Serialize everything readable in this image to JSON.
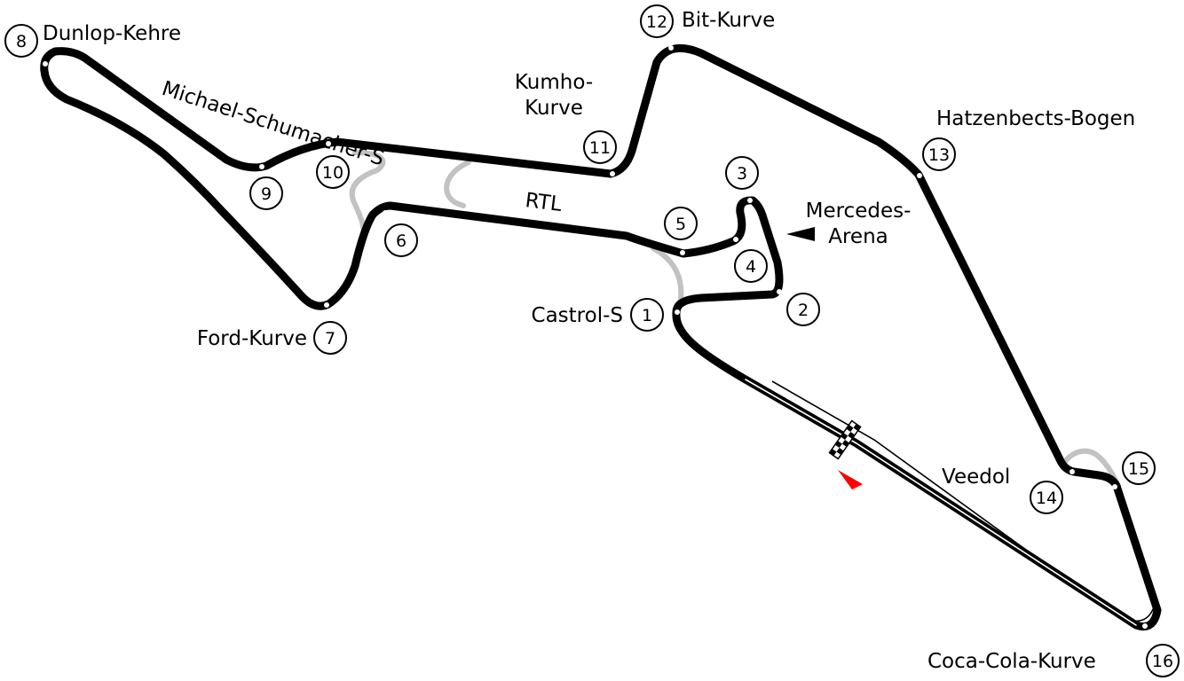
{
  "colors": {
    "track": "#000000",
    "alternate_sections": "#c2c2c2",
    "start_direction_arrow": "#ff0000",
    "background": "#ffffff"
  },
  "start_finish": {
    "marker": "checkered-flag",
    "direction": "south-east"
  },
  "turns": [
    {
      "number": "1",
      "name": "Castrol-S"
    },
    {
      "number": "2",
      "name": ""
    },
    {
      "number": "3",
      "name": ""
    },
    {
      "number": "4",
      "name": ""
    },
    {
      "number": "5",
      "name": ""
    },
    {
      "number": "6",
      "name": ""
    },
    {
      "number": "7",
      "name": "Ford-Kurve"
    },
    {
      "number": "8",
      "name": "Dunlop-Kehre"
    },
    {
      "number": "9",
      "name": ""
    },
    {
      "number": "10",
      "name": ""
    },
    {
      "number": "11",
      "name": "Kumho-Kurve"
    },
    {
      "number": "12",
      "name": "Bit-Kurve"
    },
    {
      "number": "13",
      "name": "Hatzenbects-Bogen"
    },
    {
      "number": "14",
      "name": "Veedol"
    },
    {
      "number": "15",
      "name": ""
    },
    {
      "number": "16",
      "name": "Coca-Cola-Kurve"
    }
  ],
  "labels": {
    "castrol_s": "Castrol-S",
    "ford_kurve": "Ford-Kurve",
    "dunlop_kehre": "Dunlop-Kehre",
    "michael_schumacher_s": "Michael-Schumacher-S",
    "kumho_line1": "Kumho-",
    "kumho_line2": "Kurve",
    "bit_kurve": "Bit-Kurve",
    "hatzenbects_bogen": "Hatzenbects-Bogen",
    "mercedes_line1": "Mercedes-",
    "mercedes_line2": "Arena",
    "rtl": "RTL",
    "veedol": "Veedol",
    "coca_cola_kurve": "Coca-Cola-Kurve"
  }
}
